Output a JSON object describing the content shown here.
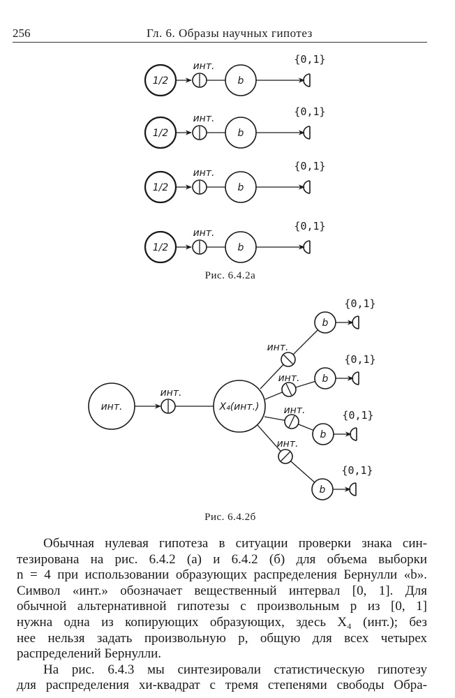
{
  "header": {
    "page_number": "256",
    "running_title": "Гл. 6. Образы научных гипотез"
  },
  "figure_a": {
    "caption": "Рис. 6.4.2а",
    "rows": [
      {
        "source": "1/2",
        "interval": "инт.",
        "generator": "b",
        "output": "{0,1}"
      },
      {
        "source": "1/2",
        "interval": "инт.",
        "generator": "b",
        "output": "{0,1}"
      },
      {
        "source": "1/2",
        "interval": "инт.",
        "generator": "b",
        "output": "{0,1}"
      },
      {
        "source": "1/2",
        "interval": "инт.",
        "generator": "b",
        "output": "{0,1}"
      }
    ]
  },
  "figure_b": {
    "caption": "Рис. 6.4.2б",
    "source": "инт.",
    "interval": "инт.",
    "hub": "X₄(инт.)",
    "branches": [
      {
        "interval": "инт.",
        "generator": "b",
        "output": "{0,1}"
      },
      {
        "interval": "инт.",
        "generator": "b",
        "output": "{0,1}"
      },
      {
        "interval": "инт.",
        "generator": "b",
        "output": "{0,1}"
      },
      {
        "interval": "инт.",
        "generator": "b",
        "output": "{0,1}"
      }
    ]
  },
  "body": {
    "lines": [
      "Обычная нулевая гипотеза в ситуации проверки знака син-",
      "тезирована на рис. 6.4.2 (а) и 6.4.2 (б) для объема выборки",
      "n = 4 при использовании образующих распределения Бернулли «b».",
      "Символ «инт.» обозначает вещественный интервал [0, 1]. Для",
      "обычной альтернативной гипотезы с произвольным p из [0, 1]",
      "нужна одна из копирующих образующих, здесь X₄ (инт.); без",
      "нее нельзя задать произвольную p, общую для всех четырех",
      "распределений Бернулли.",
      "На рис. 6.4.3 мы синтезировали статистическую гипотезу",
      "для распределения хи-квадрат с тремя степенями свободы Обра-"
    ]
  }
}
